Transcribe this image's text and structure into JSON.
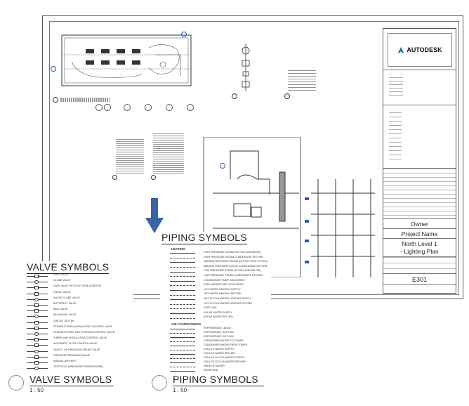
{
  "sheet": {
    "brand": "AUTODESK",
    "owner": "Owner",
    "project_name": "Project Name",
    "sheet_title_line1": "North Level 1",
    "sheet_title_line2": "- Lighting Plan",
    "sheet_number": "E301"
  },
  "piping": {
    "title": "PIPING SYMBOLS",
    "section_heating": "HEATING",
    "heating_items": [
      "HIGH PRESSURE STEAM (80 PSIG AND ABOVE)",
      "HIGH PRESSURE STEAM CONDENSATE RETURN",
      "MEDIUM PRESSURE STEAM (25 PSIG THRU 79 PSIG)",
      "MEDIUM PRESSURE STEAM CONDENSATE RETURN",
      "LOW PRESSURE STEAM (25 PSIG AND BELOW)",
      "LOW PRESSURE STEAM CONDENSATE RETURN",
      "CONDENSATE PUMP DISCHARGE",
      "FEED WATER PUMP DISCHARGE",
      "HOT WATER HEATING SUPPLY",
      "HOT WATER HEATING RETURN",
      "HOT GLYCOL/WATER HEATING SUPPLY",
      "HOT GLYCOL/WATER HEATING RETURN",
      "VENT LINE",
      "SOLAR WATER SUPPLY",
      "SOLAR WATER RETURN"
    ],
    "section_ac": "AIR CONDITIONING",
    "ac_items": [
      "REFRIGERANT LIQUID",
      "REFRIGERANT SUCTION",
      "REFRIGERANT HOT GAS",
      "CONDENSER WATER TO TOWER",
      "CONDENSER WATER FROM TOWER",
      "CHILLED WATER SUPPLY",
      "CHILLED WATER RETURN",
      "CHILLED GLYCOL/WATER SUPPLY",
      "CHILLED GLYCOL/WATER RETURN",
      "MAKE-UP WATER",
      "DRAIN LINE"
    ],
    "view_label": "PIPING SYMBOLS",
    "scale": "1 : 50"
  },
  "valve": {
    "title": "VALVE SYMBOLS",
    "items": [
      "GATE VALVE",
      "GLOBE VALVE",
      "GATE VALVE WITH 3/4\" HOSE ADAPTER",
      "CHECK VALVE",
      "ANGLE GLOBE VALVE",
      "BUTTERFLY VALVE",
      "BALL VALVE",
      "BALANCING VALVE",
      "CIRCUIT SETTER",
      "STRAIGHT-THRU MODULATING CONTROL VALVE",
      "STRAIGHT-THRU TWO POSITION CONTROL VALVE",
      "THREE-WAY MODULATING CONTROL VALVE",
      "AUTOMATIC FLOW CONTROL VALVE",
      "SAFETY OR PRESSURE RELIEF VALVE",
      "PRESSURE REDUCING VALVE",
      "MANUAL AIR VENT",
      "TEST PLUG (PRESSURE/TEMPERATURE)"
    ],
    "view_label": "VALVE SYMBOLS",
    "scale": "1 : 50"
  },
  "colors": {
    "arrow": "#3a64a8",
    "accent_blue": "#2a5db0"
  }
}
